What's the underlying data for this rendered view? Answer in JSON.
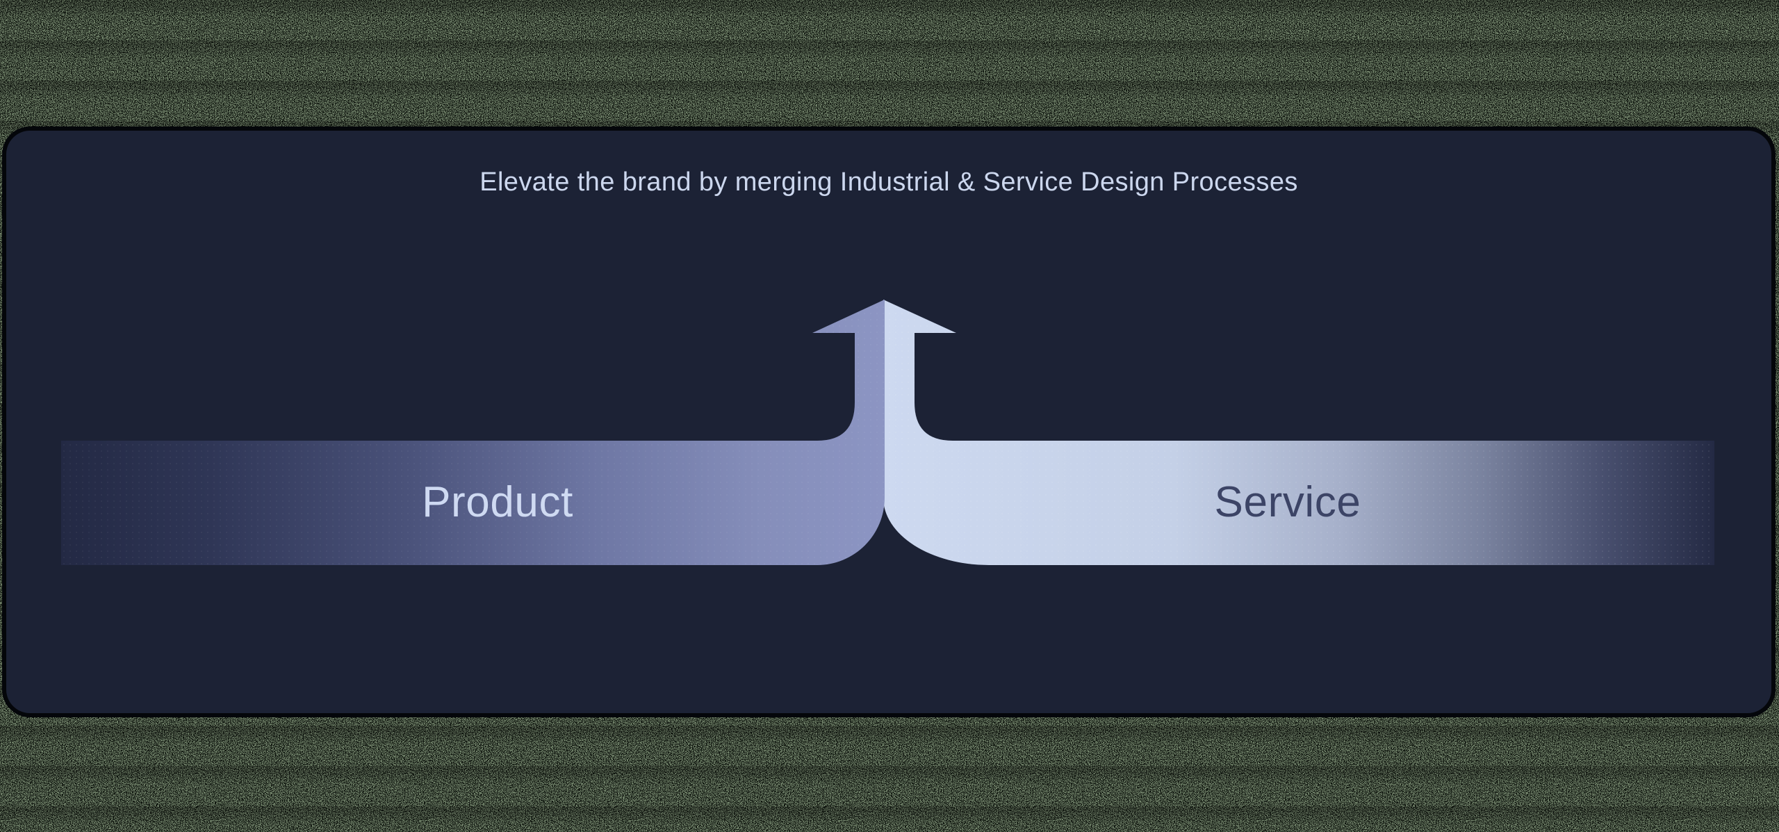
{
  "background": {
    "texture": "speckled-noise",
    "base_color": "#7a8c72",
    "speckle_color": "#0a0f0a"
  },
  "panel": {
    "background_color": "#1c2235",
    "border_color": "#04060a"
  },
  "title": {
    "text": "Elevate the brand by merging Industrial & Service Design Processes",
    "color": "#ccd7ee"
  },
  "diagram": {
    "type": "merge-flow",
    "arrow_icon": "merge-up-arrow",
    "left_band": {
      "label": "Product",
      "label_color": "#cfdaf2",
      "gradient": [
        "#232944",
        "#2f3656",
        "#4a527a",
        "#6e77a4",
        "#858eba",
        "#8c95c3"
      ]
    },
    "right_band": {
      "label": "Service",
      "label_color": "#3c4466",
      "gradient": [
        "#cdd9f0",
        "#c4d0e7",
        "#a6b0ca",
        "#7a839f",
        "#474e6d",
        "#242a44"
      ]
    }
  }
}
